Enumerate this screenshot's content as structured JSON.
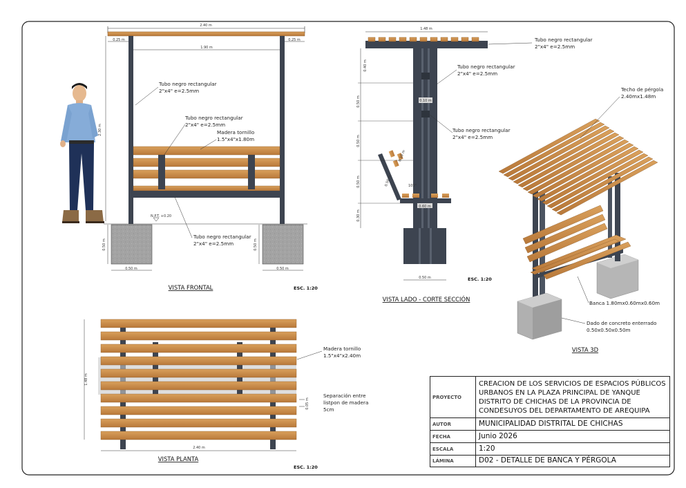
{
  "front": {
    "title": "VISTA FRONTAL",
    "scale": "ESC. 1:20",
    "dims": {
      "total_width": "2.40 m",
      "overhang_left": "0.25 m",
      "overhang_right": "0.25 m",
      "inner_width": "1.90 m",
      "height": "2.30 m",
      "base_w_left": "0.50 m",
      "base_w_right": "0.50 m",
      "base_h_left": "0.50 m",
      "base_h_right": "0.50 m",
      "npt": "N.P.T. +0.20"
    },
    "notes": {
      "tube_upper": [
        "Tubo negro rectangular",
        "2\"x4\" e=2.5mm"
      ],
      "tube_mid": [
        "Tubo negro rectangular",
        "2\"x4\" e=2.5mm"
      ],
      "wood": [
        "Madera tornillo",
        "1.5\"x4\"x1.80m"
      ],
      "tube_lower": [
        "Tubo negro rectangular",
        "2\"x4\" e=2.5mm"
      ]
    }
  },
  "side": {
    "title": "VISTA LADO -  CORTE SECCIÓN",
    "scale": "ESC. 1:20",
    "dims": {
      "roof_width": "1.48 m",
      "d1": "0.40 m",
      "d2": "0.10 m",
      "d3": "0.50 m",
      "d4": "0.50 m",
      "d5": "0.50 m",
      "d6": "0.30 m",
      "seat": "0.60 m",
      "base": "0.50 m",
      "back": "0.50 m",
      "back2": "0.10 m",
      "angle": "105°"
    },
    "notes": {
      "tube_top": [
        "Tubo negro rectangular",
        "2\"x4\" e=2.5mm"
      ],
      "tube_mid": [
        "Tubo negro rectangular",
        "2\"x4\" e=2.5mm"
      ],
      "tube_low": [
        "Tubo negro rectangular",
        "2\"x4\" e=2.5mm"
      ]
    }
  },
  "iso": {
    "title": "VISTA 3D",
    "notes": {
      "roof": [
        "Techo de pérgola",
        "2.40mx1.48m"
      ],
      "bench": [
        "Banca 1.80mx0.60mx0.60m"
      ],
      "base": [
        "Dado de concreto enterrado",
        "0.50x0.50x0.50m"
      ]
    }
  },
  "plan": {
    "title": "VISTA PLANTA",
    "scale": "ESC. 1:20",
    "dims": {
      "width": "2.40 m",
      "depth": "1.48 m",
      "gap": "0.05 m"
    },
    "notes": {
      "wood": [
        "Madera tornillo",
        "1.5\"x4\"x2.40m"
      ],
      "sep": [
        "Separación entre",
        "listpon de madera",
        "5cm"
      ]
    }
  },
  "title_block": [
    {
      "label": "PROYECTO",
      "value": "CREACION DE LOS SERVICIOS DE ESPACIOS PÚBLICOS URBANOS EN LA PLAZA PRINCIPAL DE YANQUE DISTRITO DE CHICHAS DE LA PROVINCIA DE CONDESUYOS DEL DEPARTAMENTO DE AREQUIPA"
    },
    {
      "label": "AUTOR",
      "value": "MUNICIPALIDAD DISTRITAL DE CHICHAS"
    },
    {
      "label": "FECHA",
      "value": "Junio 2026"
    },
    {
      "label": "ESCALA",
      "value": "1:20"
    },
    {
      "label": "LÁMINA",
      "value": "D02 - DETALLE DE BANCA Y PÉRGOLA"
    }
  ],
  "colors": {
    "wood": "#c98a45",
    "wood_edge": "#8a5a2a",
    "steel": "#3d4450",
    "concrete": "#a9a9a9",
    "border": "#222222"
  }
}
